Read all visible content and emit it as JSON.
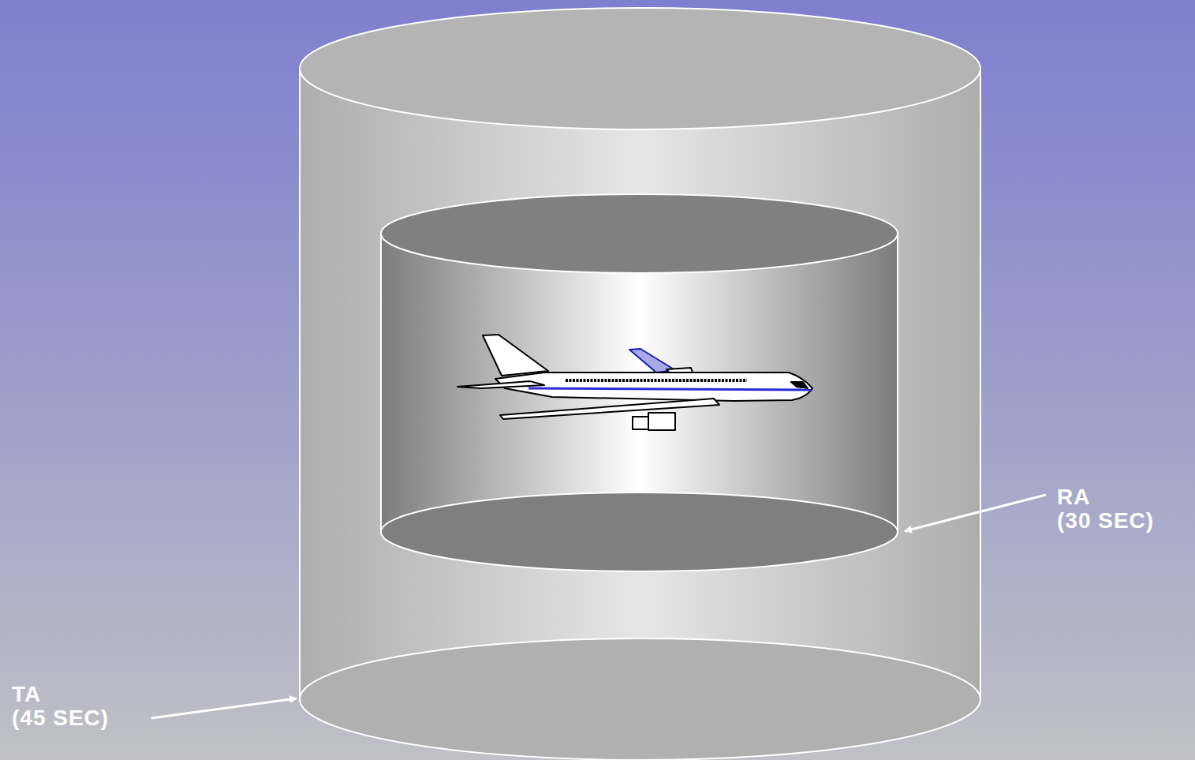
{
  "diagram": {
    "nodes": [
      {
        "text": [
          "TA (45 SEC)"
        ]
      },
      {
        "text": [
          "RA (30 SEC)"
        ],
        "in": 0
      }
    ]
  }
}
